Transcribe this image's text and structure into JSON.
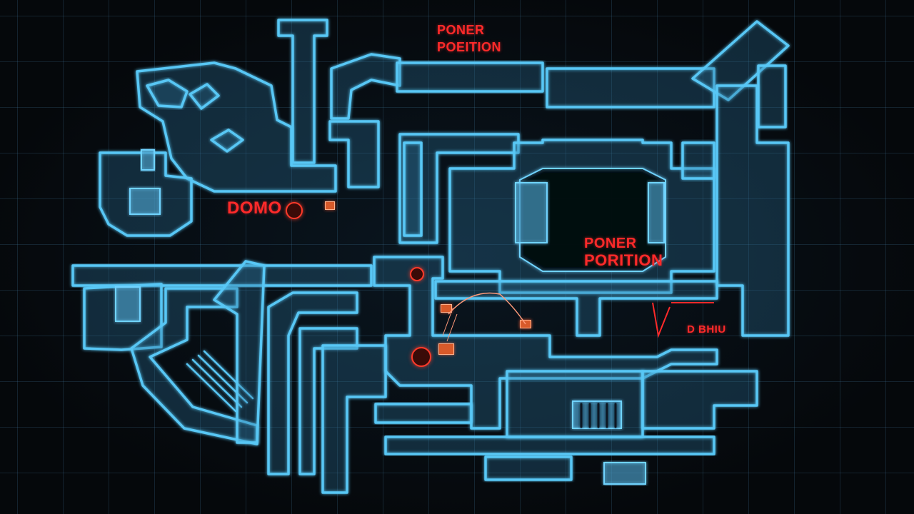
{
  "map": {
    "accent_color": "#59c7f5",
    "label_color": "#ff2a2a",
    "labels": {
      "top_line1": "PONER",
      "top_line2": "POEITION",
      "domo": "DOMO",
      "center_line1": "PONER",
      "center_line2": "PORITION",
      "east": "D BHIU"
    },
    "icons": [
      "objective-marker-icon",
      "player-marker-icon",
      "path-trail-icon"
    ]
  }
}
